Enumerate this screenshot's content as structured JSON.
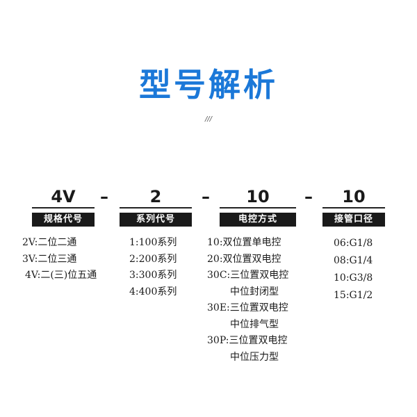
{
  "title": "型号解析",
  "divider": "///",
  "segments": [
    {
      "code": "4V",
      "label": "规格代号"
    },
    {
      "code": "2",
      "label": "系列代号"
    },
    {
      "code": "10",
      "label": "电控方式"
    },
    {
      "code": "10",
      "label": "接管口径"
    }
  ],
  "dash": "–",
  "spec_options": [
    "2V:二位二通",
    "3V:二位三通",
    "4V:二(三)位五通"
  ],
  "series_options": [
    "1:100系列",
    "2:200系列",
    "3:300系列",
    "4:400系列"
  ],
  "control_options": [
    "10:双位置单电控",
    "20:双位置双电控",
    "30C:三位置双电控",
    "中位封闭型",
    "30E:三位置双电控",
    "中位排气型",
    "30P:三位置双电控",
    "中位压力型"
  ],
  "port_options": [
    "06:G1/8",
    "08:G1/4",
    "10:G3/8",
    "15:G1/2"
  ],
  "colors": {
    "title": "#1b78d8",
    "label_bg": "#1a1a1a",
    "label_text": "#ffffff"
  }
}
